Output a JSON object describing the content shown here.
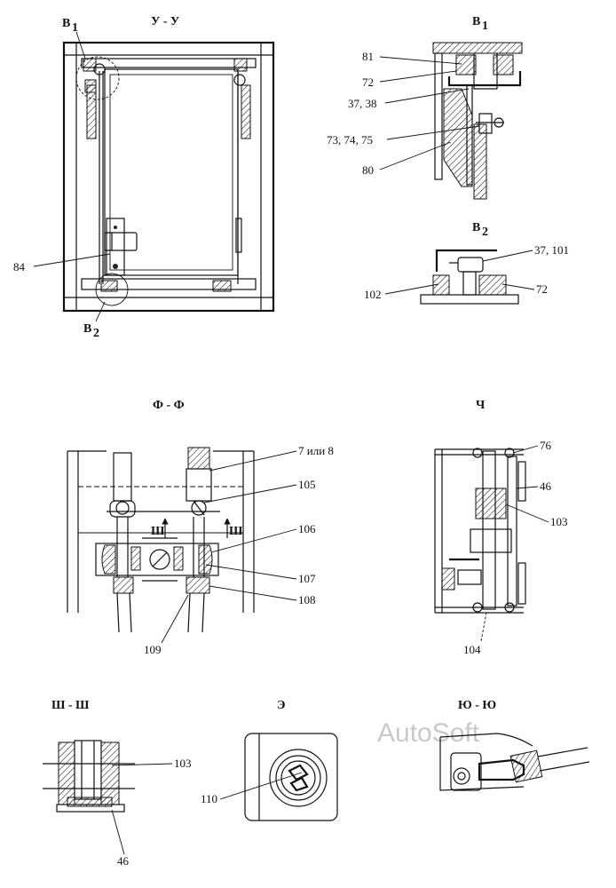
{
  "views": {
    "uu": "У - У",
    "b1": "В",
    "b1_sub": "1",
    "b2": "В",
    "b2_sub": "2",
    "ff": "Ф - Ф",
    "ch": "Ч",
    "shsh": "Ш - Ш",
    "e": "Э",
    "yuyu": "Ю - Ю"
  },
  "callouts": {
    "uu_b1": "В",
    "uu_b1_sub": "1",
    "uu_b2": "В",
    "uu_b2_sub": "2",
    "uu_84": "84",
    "b1_81": "81",
    "b1_72": "72",
    "b1_37_38": "37, 38",
    "b1_73_74_75": "73, 74, 75",
    "b1_80": "80",
    "b2_37_101": "37, 101",
    "b2_102": "102",
    "b2_72": "72",
    "ff_7or8": "7 или 8",
    "ff_105": "105",
    "ff_106": "106",
    "ff_107": "107",
    "ff_108": "108",
    "ff_109": "109",
    "ff_sh_left": "Ш",
    "ff_sh_right": "Ш",
    "ch_76": "76",
    "ch_46": "46",
    "ch_103": "103",
    "ch_104": "104",
    "shsh_103": "103",
    "shsh_46": "46",
    "e_110": "110"
  },
  "watermark": "AutoSoft"
}
